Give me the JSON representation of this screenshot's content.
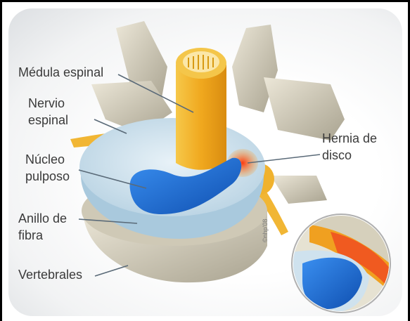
{
  "labels": {
    "medula": "Médula espinal",
    "nervio_1": "Nervio",
    "nervio_2": "espinal",
    "nucleo_1": "Núcleo",
    "nucleo_2": "pulposo",
    "anillo_1": "Anillo de",
    "anillo_2": "fibra",
    "vertebrales": "Vertebrales",
    "hernia_1": "Hernia de",
    "hernia_2": "disco"
  },
  "copyright": "©nhp'08",
  "colors": {
    "bone": "#d9d3c1",
    "cord": "#f0b02a",
    "nucleus": "#1f6fd6",
    "disc": "#cfe2ee",
    "herniation": "#e23a1a"
  }
}
